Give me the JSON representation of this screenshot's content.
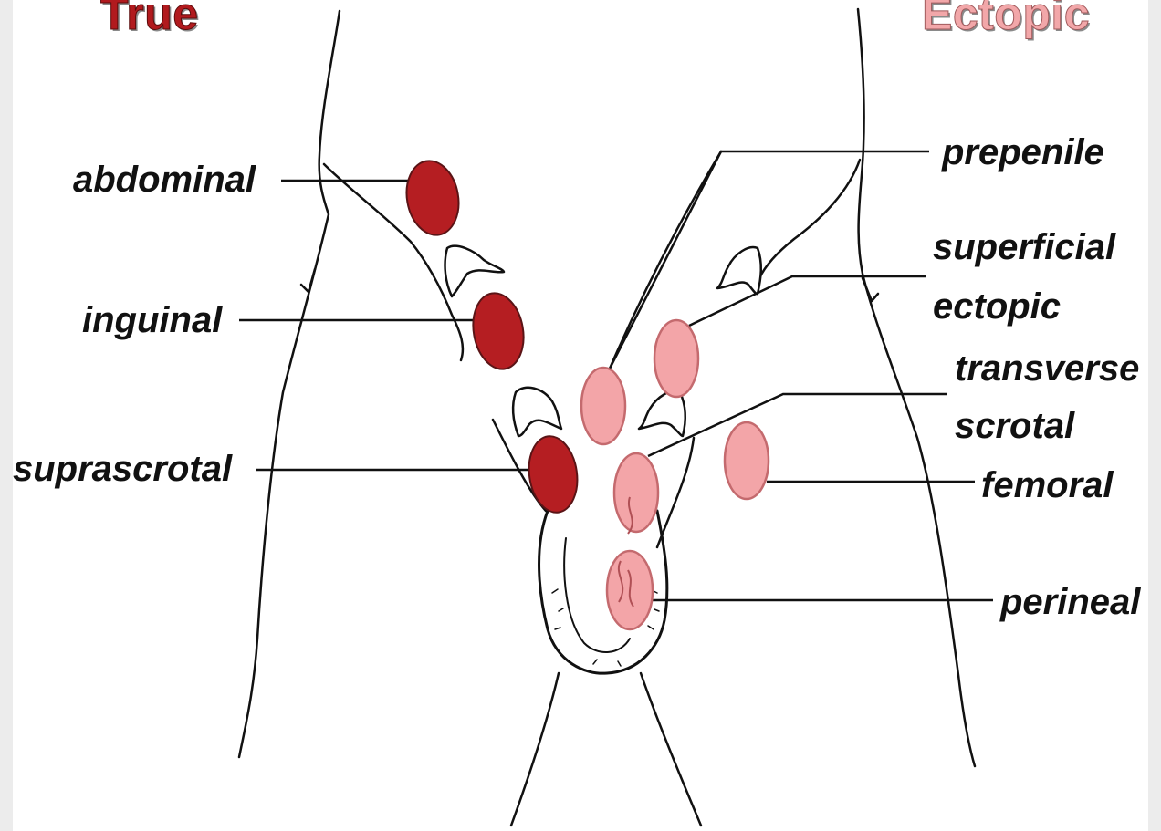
{
  "headings": {
    "true": "True",
    "ectopic": "Ectopic"
  },
  "labels": {
    "abdominal": "abdominal",
    "inguinal": "inguinal",
    "suprascrotal": "suprascrotal",
    "prepenile": "prepenile",
    "superficial_ectopic_line1": "superficial",
    "superficial_ectopic_line2": "ectopic",
    "transverse_scrotal_line1": "transverse",
    "transverse_scrotal_line2": "scrotal",
    "femoral": "femoral",
    "perineal": "perineal"
  },
  "colors": {
    "true_testis": "#b51e22",
    "ectopic_testis": "#f3a5a8",
    "outline": "#111111"
  }
}
